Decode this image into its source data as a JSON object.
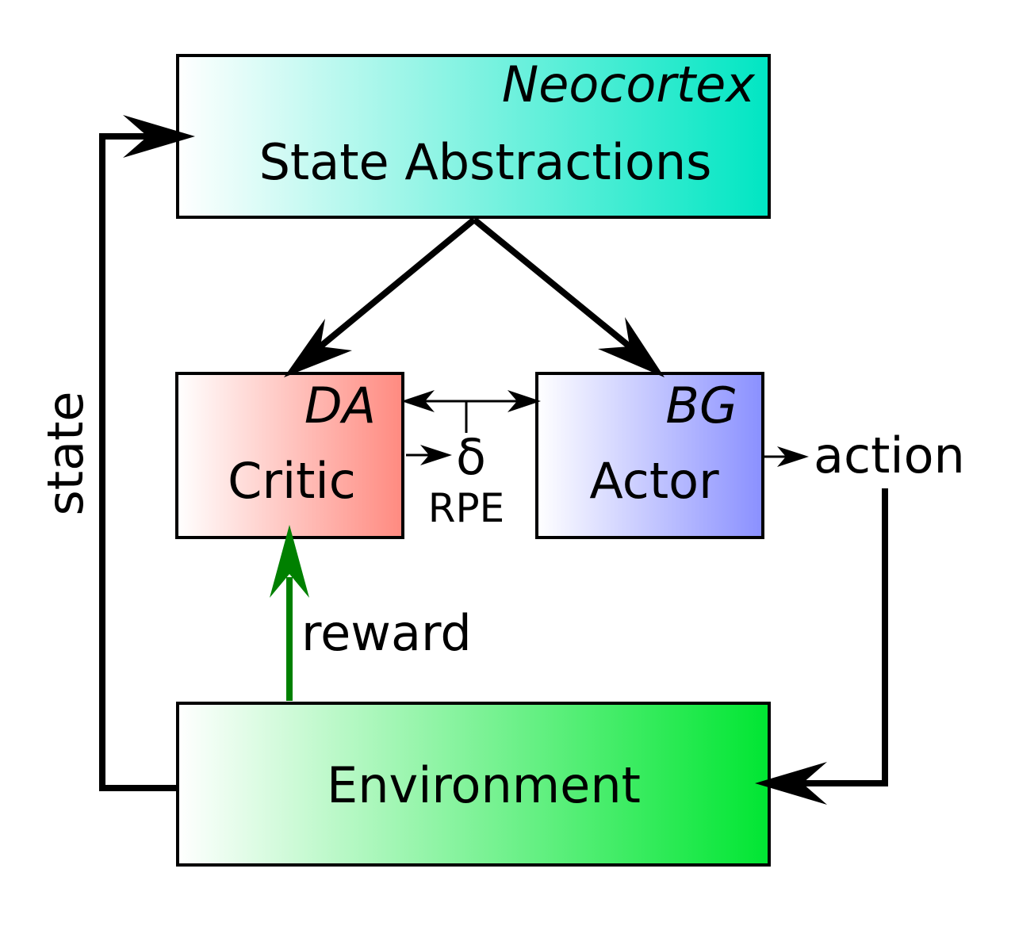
{
  "boxes": {
    "neocortex": {
      "region": "Neocortex",
      "title": "State Abstractions",
      "gradient_start": "#ffffff",
      "gradient_end": "#00e6c3"
    },
    "critic": {
      "region": "DA",
      "title": "Critic",
      "gradient_start": "#ffffff",
      "gradient_end": "#ff8a80"
    },
    "actor": {
      "region": "BG",
      "title": "Actor",
      "gradient_start": "#ffffff",
      "gradient_end": "#8a90ff"
    },
    "environment": {
      "title": "Environment",
      "gradient_start": "#ffffff",
      "gradient_end": "#00e632"
    }
  },
  "labels": {
    "state": "state",
    "action": "action",
    "reward": "reward",
    "delta": "δ",
    "rpe": "RPE"
  },
  "colors": {
    "arrow": "#000000",
    "reward_arrow": "#008000",
    "box_stroke": "#000000"
  }
}
